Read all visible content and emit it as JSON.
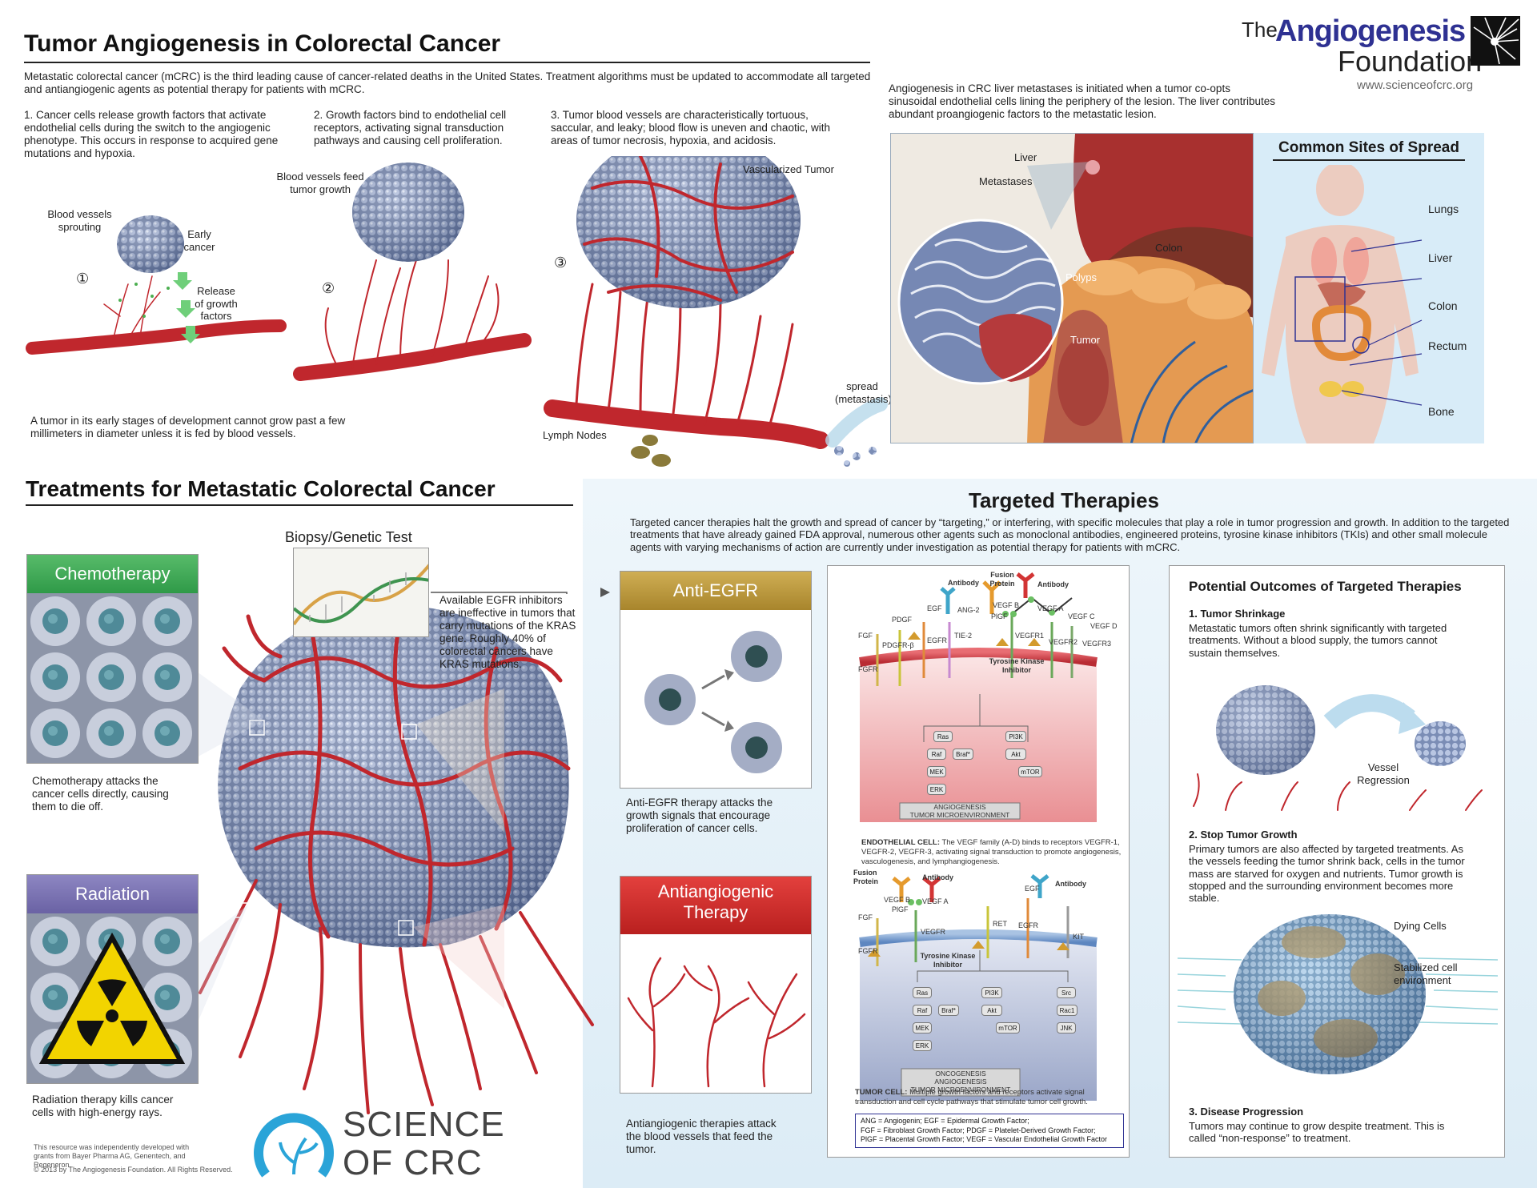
{
  "header": {
    "title": "Tumor Angiogenesis in Colorectal Cancer",
    "logo_the": "The",
    "logo_main": "Angiogenesis",
    "logo_sub": "Foundation",
    "website": "www.scienceofcrc.org",
    "intro": "Metastatic colorectal cancer (mCRC) is the third leading cause of cancer-related deaths in the United States. Treatment algorithms must be updated to accommodate all targeted and antiangiogenic agents as potential therapy for patients with mCRC."
  },
  "steps": {
    "step1": "1. Cancer cells release growth factors that activate endothelial cells during the switch to the angiogenic phenotype. This occurs in response to acquired gene mutations and hypoxia.",
    "step2": "2. Growth factors bind to endothelial cell receptors, activating signal transduction pathways and causing cell proliferation.",
    "step3": "3. Tumor blood vessels are characteristically tortuous, saccular, and leaky; blood flow is uneven and chaotic, with areas of tumor necrosis, hypoxia, and acidosis.",
    "liver_text": "Angiogenesis in CRC liver metastases is initiated when a tumor co-opts sinusoidal endothelial cells lining the periphery of the lesion. The liver contributes abundant proangiogenic factors to the metastatic lesion.",
    "early_note": "A tumor in its early stages of development cannot grow past a few millimeters in diameter unless it is fed by blood vessels."
  },
  "labels": {
    "blood_vessels_sprouting": "Blood vessels sprouting",
    "early_cancer": "Early cancer",
    "release_growth": "Release of growth factors",
    "blood_vessels_feed": "Blood vessels feed tumor growth",
    "vascularized": "Vascularized Tumor",
    "lymph": "Lymph Nodes",
    "spread": "spread (metastasis)",
    "liver": "Liver",
    "metastases": "Metastases",
    "colon": "Colon",
    "polyps": "Polyps",
    "tumor": "Tumor",
    "n1": "①",
    "n2": "②",
    "n3": "③"
  },
  "spread_sites": {
    "title": "Common Sites of Spread",
    "sites": [
      "Lungs",
      "Liver",
      "Colon",
      "Rectum",
      "Bone"
    ]
  },
  "treatments": {
    "title": "Treatments for Metastatic Colorectal Cancer",
    "biopsy": "Biopsy/Genetic Test",
    "egfr_note": "Available EGFR inhibitors are ineffective in tumors that carry mutations of the KRAS gene. Roughly 40% of colorectal cancers have KRAS mutations.",
    "chemo_title": "Chemotherapy",
    "chemo_text": "Chemotherapy attacks the cancer cells directly, causing them to die off.",
    "radiation_title": "Radiation",
    "radiation_text": "Radiation therapy kills cancer cells with high-energy rays.",
    "antiegfr_title": "Anti-EGFR",
    "antiegfr_text": "Anti-EGFR therapy attacks the growth signals that encourage proliferation of cancer cells.",
    "antiangio_title1": "Antiangiogenic",
    "antiangio_title2": "Therapy",
    "antiangio_text": "Antiangiogenic therapies attack the blood vessels that feed the tumor.",
    "sci_logo1": "SCIENCE",
    "sci_logo2": "OF CRC",
    "grant": "This resource was independently developed with grants from Bayer Pharma AG, Genentech, and Regeneron.",
    "copyright": "© 2013 by The Angiogenesis Foundation. All Rights Reserved."
  },
  "targeted": {
    "title": "Targeted Therapies",
    "intro": "Targeted cancer therapies halt the growth and spread of cancer by “targeting,” or interfering, with specific molecules that play a role in tumor progression and growth. In addition to the targeted treatments that have already gained FDA approval, numerous other agents such as monoclonal antibodies, engineered proteins, tyrosine kinase inhibitors (TKIs) and other small molecule agents with varying mechanisms of action are currently under investigation as potential therapy for patients with mCRC.",
    "endo": {
      "antibody": "Antibody",
      "fusion": "Fusion Protein",
      "antibody2": "Antibody",
      "receptors": [
        "FGFR",
        "PDGFR-β",
        "EGFR",
        "TIE-2",
        "VEGFR1",
        "VEGFR2",
        "VEGFR3"
      ],
      "ligands": [
        "FGF",
        "PDGF",
        "EGF",
        "ANG-2",
        "VEGF B",
        "PlGF",
        "VEGF A",
        "VEGF C",
        "VEGF D"
      ],
      "tki": "Tyrosine Kinase Inhibitor",
      "path": [
        "Ras",
        "Raf",
        "Braf*",
        "MEK",
        "ERK",
        "PI3K",
        "Akt",
        "mTOR"
      ],
      "outcome1": "ANGIOGENESIS",
      "outcome2": "TUMOR MICROENVIRONMENT",
      "cap_bold": "ENDOTHELIAL CELL:",
      "cap": " The VEGF family (A-D) binds to receptors VEGFR-1, VEGFR-2, VEGFR-3, activating signal transduction to promote angiogenesis, vasculogenesis, and lymphangiogenesis."
    },
    "tumor": {
      "fusion": "Fusion Protein",
      "antibody": "Antibody",
      "antibody2": "Antibody",
      "receptors": [
        "FGFR",
        "VEGFR",
        "RET",
        "EGFR",
        "KIT"
      ],
      "ligands": [
        "FGF",
        "VEGF B",
        "PlGF",
        "VEGF A",
        "EGF"
      ],
      "tki": "Tyrosine Kinase Inhibitor",
      "path": [
        "Ras",
        "Raf",
        "Braf*",
        "MEK",
        "ERK",
        "PI3K",
        "Akt",
        "mTOR",
        "Src",
        "Rac1",
        "JNK"
      ],
      "outcome1": "ONCOGENESIS",
      "outcome2": "ANGIOGENESIS",
      "outcome3": "TUMOR MICROENVIRONMENT",
      "cap_bold": "TUMOR CELL:",
      "cap": " Multiple growth factors and receptors activate signal transduction and cell cycle pathways that stimulate tumor cell growth."
    },
    "legend": [
      "ANG = Angiogenin; EGF = Epidermal Growth Factor;",
      "FGF = Fibroblast Growth Factor; PDGF = Platelet-Derived Growth Factor;",
      "PlGF = Placental Growth Factor; VEGF = Vascular Endothelial Growth Factor"
    ]
  },
  "outcomes": {
    "title": "Potential Outcomes of Targeted Therapies",
    "o1_title": "1. Tumor Shrinkage",
    "o1_text": "Metastatic tumors often shrink significantly with targeted treatments. Without a blood supply, the tumors cannot sustain themselves.",
    "vessel_regression": "Vessel Regression",
    "o2_title": "2. Stop Tumor Growth",
    "o2_text": "Primary tumors are also affected by targeted treatments. As the vessels feeding the tumor shrink back, cells in the tumor mass are starved for oxygen and nutrients. Tumor growth is stopped and the surrounding environment becomes more stable.",
    "dying_cells": "Dying Cells",
    "stabilized": "Stabilized cell environment",
    "o3_title": "3. Disease Progression",
    "o3_text": "Tumors may continue to grow despite treatment. This is called “non-response” to treatment."
  },
  "colors": {
    "chemo": "#3aa857",
    "radiation": "#7a72b0",
    "antiegfr": "#b8963a",
    "antiangio": "#d42a2a",
    "logo_blue": "#2e3192",
    "vessel": "#c0272d"
  }
}
